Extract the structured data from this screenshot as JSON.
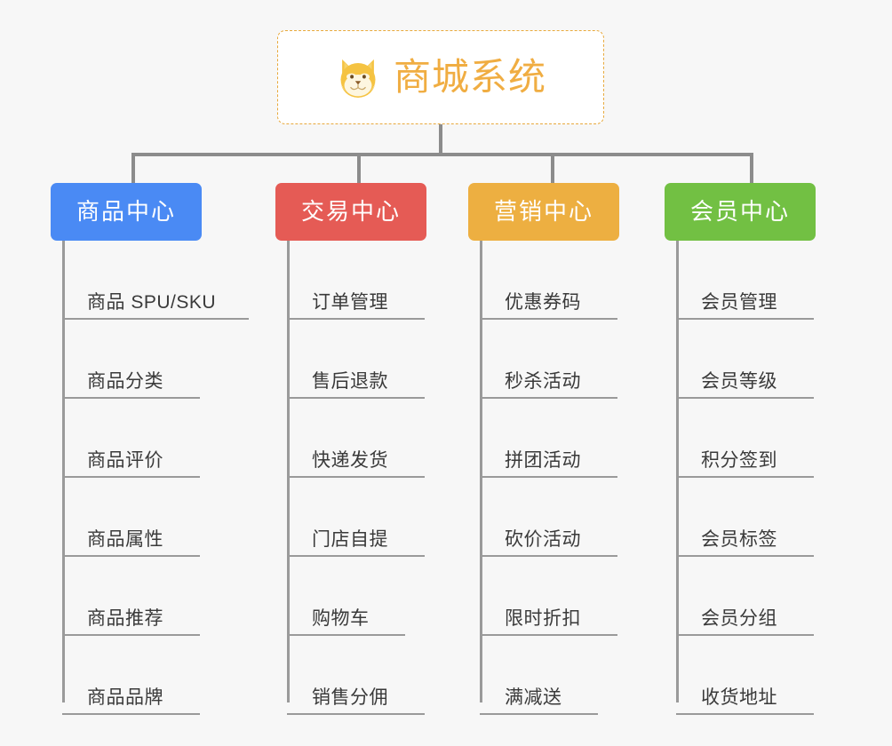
{
  "root": {
    "icon": "shiba-dog-face-icon",
    "title": "商城系统",
    "border_color": "#e8a93c",
    "text_color": "#f0ad42",
    "background": "#ffffff"
  },
  "canvas": {
    "background": "#f7f7f7",
    "connector_color": "#8c8c8c",
    "spine_color": "#9a9a9a",
    "leaf_text_color": "#3a3a3a"
  },
  "columns": [
    {
      "id": "product-center",
      "header": "商品中心",
      "color": "#4a8af4",
      "items": [
        {
          "label": "商品 SPU/SKU",
          "underline_width": 210
        },
        {
          "label": "商品分类",
          "underline_width": 155
        },
        {
          "label": "商品评价",
          "underline_width": 155
        },
        {
          "label": "商品属性",
          "underline_width": 155
        },
        {
          "label": "商品推荐",
          "underline_width": 155
        },
        {
          "label": "商品品牌",
          "underline_width": 155
        }
      ]
    },
    {
      "id": "trade-center",
      "header": "交易中心",
      "color": "#e55b55",
      "items": [
        {
          "label": "订单管理",
          "underline_width": 155
        },
        {
          "label": "售后退款",
          "underline_width": 155
        },
        {
          "label": "快递发货",
          "underline_width": 155
        },
        {
          "label": "门店自提",
          "underline_width": 155
        },
        {
          "label": "购物车",
          "underline_width": 133
        },
        {
          "label": "销售分佣",
          "underline_width": 155
        }
      ]
    },
    {
      "id": "marketing-center",
      "header": "营销中心",
      "color": "#edaf41",
      "items": [
        {
          "label": "优惠券码",
          "underline_width": 155
        },
        {
          "label": "秒杀活动",
          "underline_width": 155
        },
        {
          "label": "拼团活动",
          "underline_width": 155
        },
        {
          "label": "砍价活动",
          "underline_width": 155
        },
        {
          "label": "限时折扣",
          "underline_width": 155
        },
        {
          "label": "满减送",
          "underline_width": 133
        }
      ]
    },
    {
      "id": "member-center",
      "header": "会员中心",
      "color": "#72c043",
      "items": [
        {
          "label": "会员管理",
          "underline_width": 155
        },
        {
          "label": "会员等级",
          "underline_width": 155
        },
        {
          "label": "积分签到",
          "underline_width": 155
        },
        {
          "label": "会员标签",
          "underline_width": 155
        },
        {
          "label": "会员分组",
          "underline_width": 155
        },
        {
          "label": "收货地址",
          "underline_width": 155
        }
      ]
    }
  ]
}
